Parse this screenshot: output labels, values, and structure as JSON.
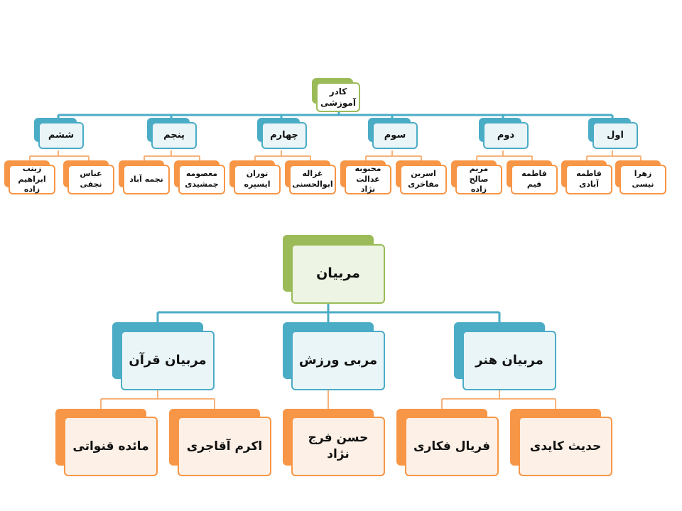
{
  "colors": {
    "root_green": "#9bbb59",
    "group_blue": "#4bacc6",
    "leaf_orange": "#f79646",
    "connector_blue": "#4bacc6",
    "connector_orange": "#f7b27a",
    "inner_green": "#eef4e4",
    "inner_blue": "#eaf5f8",
    "inner_orange": "#fdf0e6"
  },
  "staff_chart": {
    "root": "کادر\nآموزشی",
    "groups": [
      {
        "label": "اول",
        "members": [
          "فاطمه\nآبادی",
          "زهرا نیسی"
        ]
      },
      {
        "label": "دوم",
        "members": [
          "مریم صالح\nزاده",
          "فاطمه قیم"
        ]
      },
      {
        "label": "سوم",
        "members": [
          "محبوبه\nعدالت نژاد",
          "اسرین\nمفاخری"
        ]
      },
      {
        "label": "چهارم",
        "members": [
          "توران\nایسپره",
          "غزاله\nابوالحسنی"
        ]
      },
      {
        "label": "پنجم",
        "members": [
          "نجمه آباد",
          "معصومه\nجمشیدی"
        ]
      },
      {
        "label": "ششم",
        "members": [
          "زینب ابراهیم\nزاده",
          "عباس\nنجفی"
        ]
      }
    ]
  },
  "coaches_chart": {
    "root": "مربیان",
    "groups": [
      {
        "label": "مربیان هنر",
        "members": [
          "فریال فکاری",
          "حدیث کایدی"
        ]
      },
      {
        "label": "مربی ورزش",
        "members": [
          "حسن فرج نژاد"
        ]
      },
      {
        "label": "مربیان قرآن",
        "members": [
          "مائده قنواتی",
          "اکرم آقاجری"
        ]
      }
    ]
  }
}
